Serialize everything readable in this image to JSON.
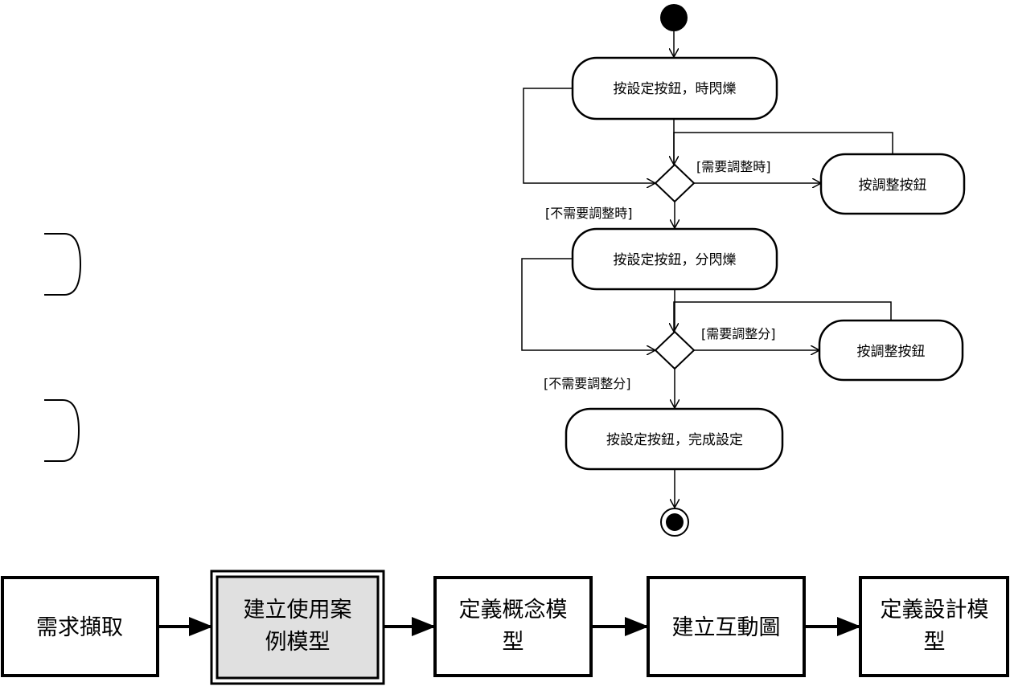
{
  "activity": {
    "set_hour": "按設定按鈕，時閃爍",
    "adjust_hour": "按調整按鈕",
    "guard_adjust_hour": "[需要調整時]",
    "guard_no_adjust_hour": "[不需要調整時]",
    "set_minute": "按設定按鈕，分閃爍",
    "adjust_minute": "按調整按鈕",
    "guard_adjust_minute": "[需要調整分]",
    "guard_no_adjust_minute": "[不需要調整分]",
    "finish": "按設定按鈕，完成設定"
  },
  "process": {
    "step1": "需求擷取",
    "step2_line1": "建立使用案",
    "step2_line2": "例模型",
    "step3_line1": "定義概念模",
    "step3_line2": "型",
    "step4": "建立互動圖",
    "step5_line1": "定義設計模",
    "step5_line2": "型"
  },
  "colors": {
    "line": "#000000",
    "highlight_fill": "#e0e0e0"
  }
}
